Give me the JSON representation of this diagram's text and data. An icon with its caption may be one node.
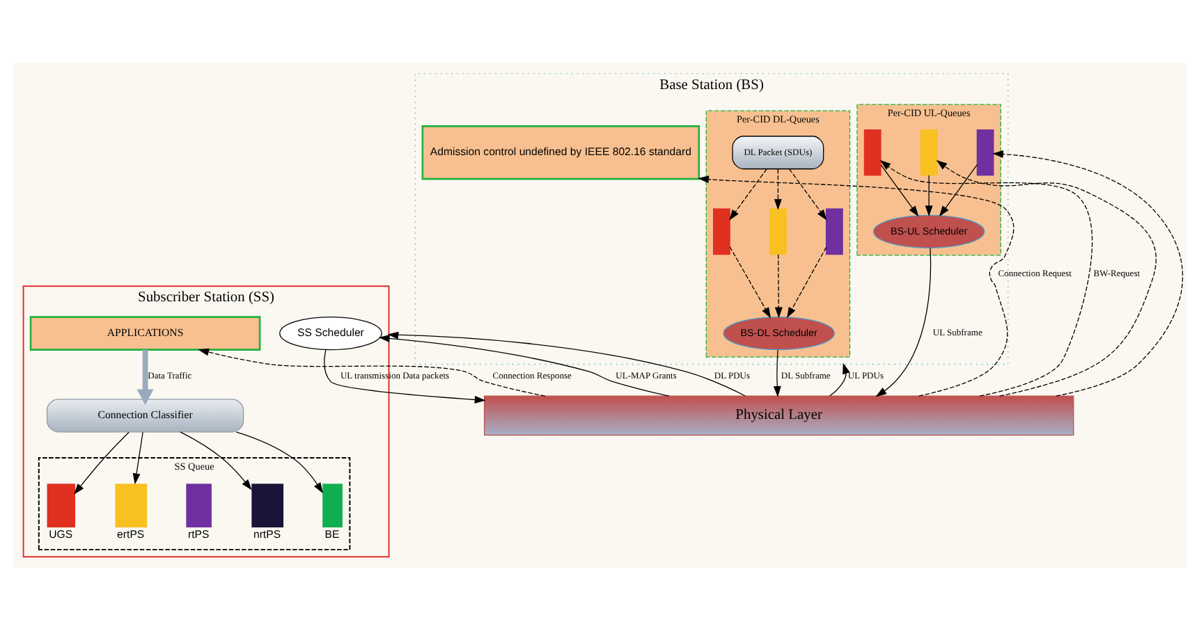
{
  "diagram": {
    "nodes": [
      {
        "text": [
          "Subscriber Station (SS)"
        ]
      },
      {
        "text": [
          "APPLICATIONS"
        ],
        "in": 0
      },
      {
        "text": [
          "Connection Classifier"
        ],
        "in": 0
      },
      {
        "text": [
          "SS Queue"
        ],
        "in": 0
      },
      {
        "text": [
          "UGS"
        ],
        "in": 3
      },
      {
        "text": [
          "ertPS"
        ],
        "in": 3
      },
      {
        "text": [
          "rtPS"
        ],
        "in": 3
      },
      {
        "text": [
          "nrtPS"
        ],
        "in": 3
      },
      {
        "text": [
          "BE"
        ],
        "in": 3
      },
      {
        "text": [
          "SS Scheduler"
        ],
        "in": 0
      },
      {
        "text": [
          "Base Station (BS)"
        ]
      },
      {
        "text": [
          "Admission control undefined by IEEE 802.16 standard"
        ],
        "in": 10
      },
      {
        "text": [
          "Per-CID UL-Queues"
        ],
        "in": 10
      },
      {
        "text": [],
        "shape": "bar",
        "in": 12
      },
      {
        "text": [],
        "shape": "bar",
        "in": 12
      },
      {
        "text": [],
        "shape": "bar",
        "in": 12
      },
      {
        "text": [
          "BS-UL Scheduler"
        ],
        "in": 12
      },
      {
        "text": [
          "Per-CID DL-Queues"
        ],
        "in": 10
      },
      {
        "text": [
          "DL Packet (SDUs)"
        ],
        "in": 17
      },
      {
        "text": [],
        "shape": "bar",
        "in": 17
      },
      {
        "text": [],
        "shape": "bar",
        "in": 17
      },
      {
        "text": [],
        "shape": "bar",
        "in": 17
      },
      {
        "text": [
          "BS-DL Scheduler"
        ],
        "in": 17
      },
      {
        "text": [
          "Physical Layer"
        ]
      }
    ],
    "edges": [
      {
        "from": 1,
        "to": 2,
        "arrow": "to",
        "label": "Data Traffic",
        "style": "thick",
        "color": "#9aabbd"
      },
      {
        "from": 2,
        "to": 4,
        "arrow": "to"
      },
      {
        "from": 2,
        "to": 5,
        "arrow": "to"
      },
      {
        "from": 2,
        "to": 7,
        "arrow": "to"
      },
      {
        "from": 2,
        "to": 8,
        "arrow": "to"
      },
      {
        "from": 23,
        "to": 9,
        "arrow": "to",
        "label": "UL-MAP Grants"
      },
      {
        "from": 9,
        "to": 23,
        "arrow": "to",
        "label": "UL transmission Data packets"
      },
      {
        "from": 23,
        "to": 0,
        "arrow": "to",
        "label": "DL PDUs"
      },
      {
        "from": 23,
        "to": 1,
        "arrow": "to",
        "label": "Connection Response",
        "style": "dashed"
      },
      {
        "from": 23,
        "to": 11,
        "arrow": "to",
        "label": "Connection Request",
        "style": "dashed"
      },
      {
        "from": 23,
        "to": 13,
        "arrow": "to",
        "label": "BW-Request",
        "style": "dashed"
      },
      {
        "from": 23,
        "to": 14,
        "arrow": "to",
        "style": "dashed"
      },
      {
        "from": 23,
        "to": 15,
        "arrow": "to",
        "style": "dashed"
      },
      {
        "from": 13,
        "to": 16,
        "arrow": "to"
      },
      {
        "from": 14,
        "to": 16,
        "arrow": "to"
      },
      {
        "from": 15,
        "to": 16,
        "arrow": "to"
      },
      {
        "from": 16,
        "to": 23,
        "arrow": "to",
        "label": "UL Subframe"
      },
      {
        "from": 23,
        "to": 10,
        "arrow": "to",
        "label": "UL PDUs"
      },
      {
        "from": 18,
        "to": 19,
        "arrow": "to",
        "style": "dashed"
      },
      {
        "from": 18,
        "to": 20,
        "arrow": "to",
        "style": "dashed"
      },
      {
        "from": 18,
        "to": 21,
        "arrow": "to",
        "style": "dashed"
      },
      {
        "from": 19,
        "to": 22,
        "arrow": "to",
        "style": "dashed"
      },
      {
        "from": 20,
        "to": 22,
        "arrow": "to",
        "style": "dashed"
      },
      {
        "from": 21,
        "to": 22,
        "arrow": "to",
        "style": "dashed"
      },
      {
        "from": 22,
        "to": 23,
        "arrow": "to",
        "label": "DL Subframe"
      }
    ]
  }
}
